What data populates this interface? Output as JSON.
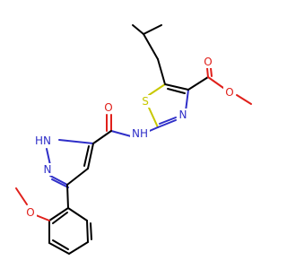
{
  "molecule": {
    "atom_labels": {
      "o_carbonyl_ester": "O",
      "o_ester": "O",
      "o_amide": "O",
      "o_methoxy": "O",
      "s_thiazole": "S",
      "n_thiazole": "N",
      "nh_amide": "NH",
      "hn_pyrazole": "HN",
      "n_pyrazole": "N"
    },
    "colors": {
      "carbon": "#000000",
      "nitrogen": "#2f2fc8",
      "oxygen": "#e0201b",
      "sulfur": "#c8c800"
    }
  }
}
